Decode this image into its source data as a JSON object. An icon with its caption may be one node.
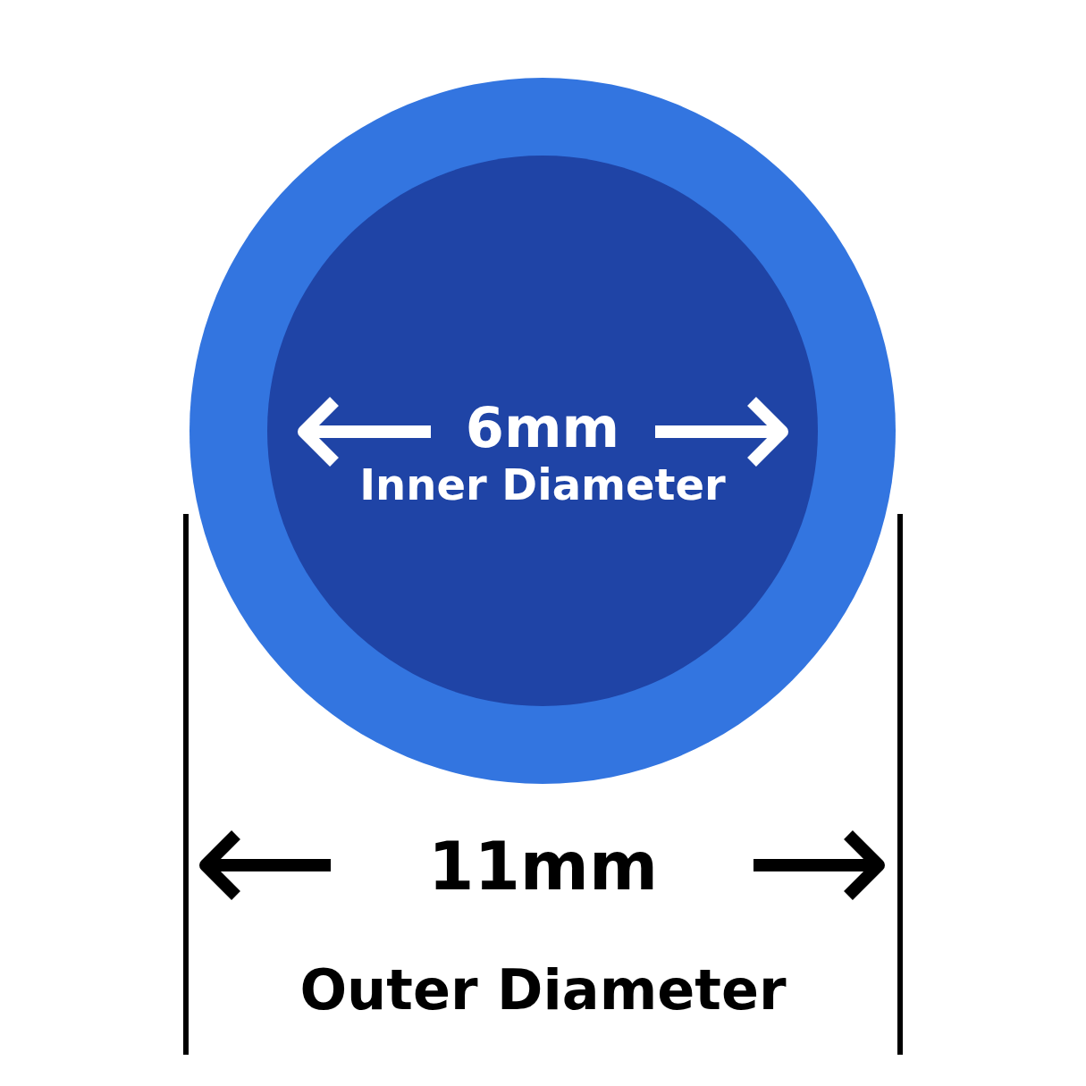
{
  "diagram": {
    "nodes": [
      {
        "text": [],
        "shape": "circle"
      },
      {
        "text": [
          "6mm",
          "Inner Diameter"
        ],
        "in": 0
      }
    ],
    "labels": [
      "11mm",
      "Outer Diameter"
    ]
  }
}
